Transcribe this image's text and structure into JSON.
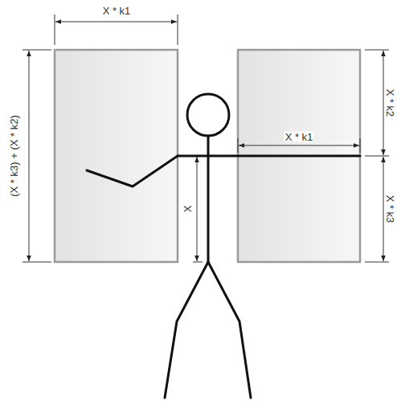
{
  "diagram": {
    "labels": [
      "X * k1",
      "(X * k3) + (X * k2)",
      "X * k2",
      "X * k1",
      "X * k3",
      "X"
    ]
  }
}
